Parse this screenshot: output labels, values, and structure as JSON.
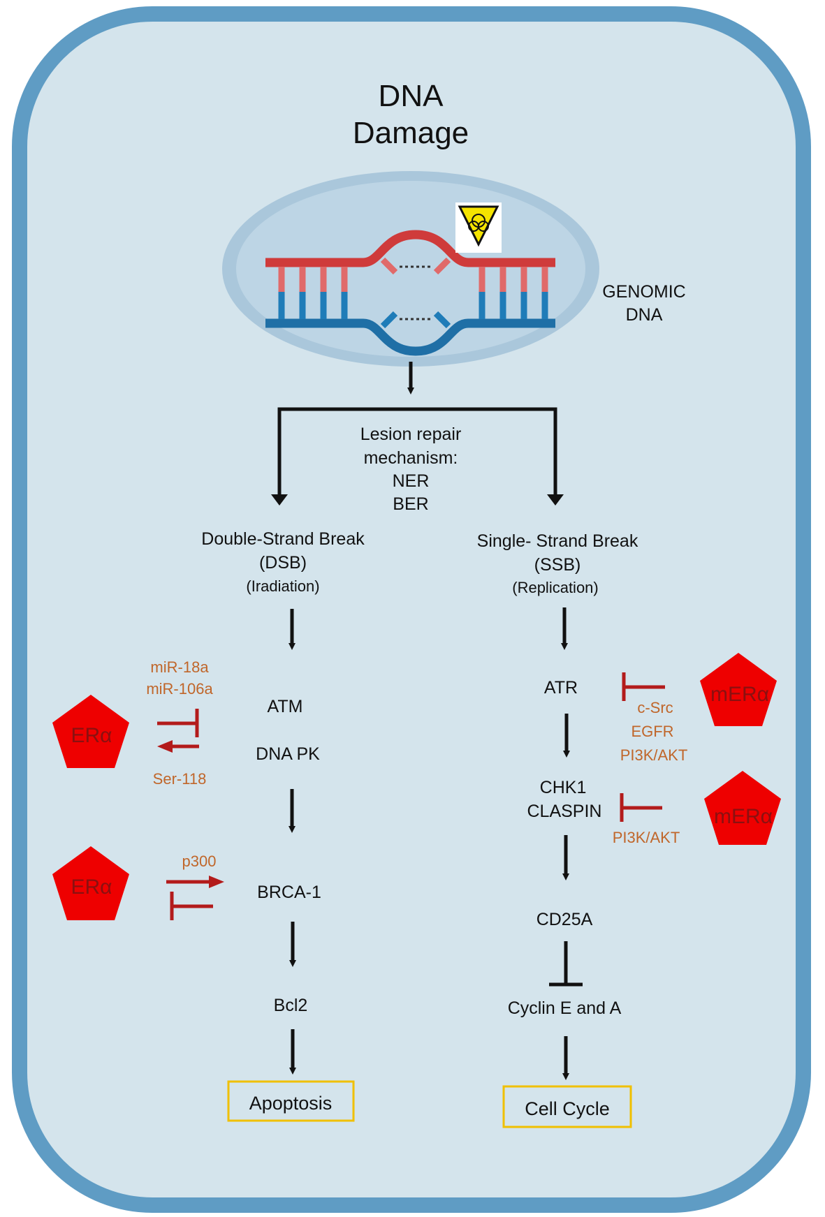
{
  "title": [
    "DNA",
    "Damage"
  ],
  "genomic_label": [
    "GENOMIC",
    "DNA"
  ],
  "lesion_repair": [
    "Lesion repair",
    "mechanism:",
    "NER",
    "BER"
  ],
  "dsb": {
    "heading": [
      "Double-Strand Break",
      "(DSB)",
      "(Iradiation)"
    ],
    "atm": "ATM",
    "dna_pk": "DNA PK",
    "brca1": "BRCA-1",
    "bcl2": "Bcl2",
    "outcome": "Apoptosis"
  },
  "ssb": {
    "heading": [
      "Single- Strand Break",
      "(SSB)",
      "(Replication)"
    ],
    "atr": "ATR",
    "chk1": [
      "CHK1",
      "CLASPIN"
    ],
    "cd25a": "CD25A",
    "cyclin": "Cyclin E and A",
    "outcome": "Cell Cycle"
  },
  "modulators": {
    "era_label": "ERα",
    "mera_label": "mERα",
    "mir18a": "miR-18a",
    "mir106a": "miR-106a",
    "ser118": "Ser-118",
    "p300": "p300",
    "csrc": "c-Src",
    "egfr": "EGFR",
    "pi3k_1": "PI3K/AKT",
    "pi3k_2": "PI3K/AKT"
  },
  "colors": {
    "cell_fill": "#d4e4ec",
    "cell_border": "#5f9cc4",
    "nucleus_fill": "#b6d0e2",
    "dna_red": "#cf3b3b",
    "dna_blue": "#1f7cb8",
    "modulator_red": "#ee0000",
    "inhibit_red": "#b31b1b",
    "outcome_border": "#f0c000",
    "modulator_text": "#c0662a"
  }
}
